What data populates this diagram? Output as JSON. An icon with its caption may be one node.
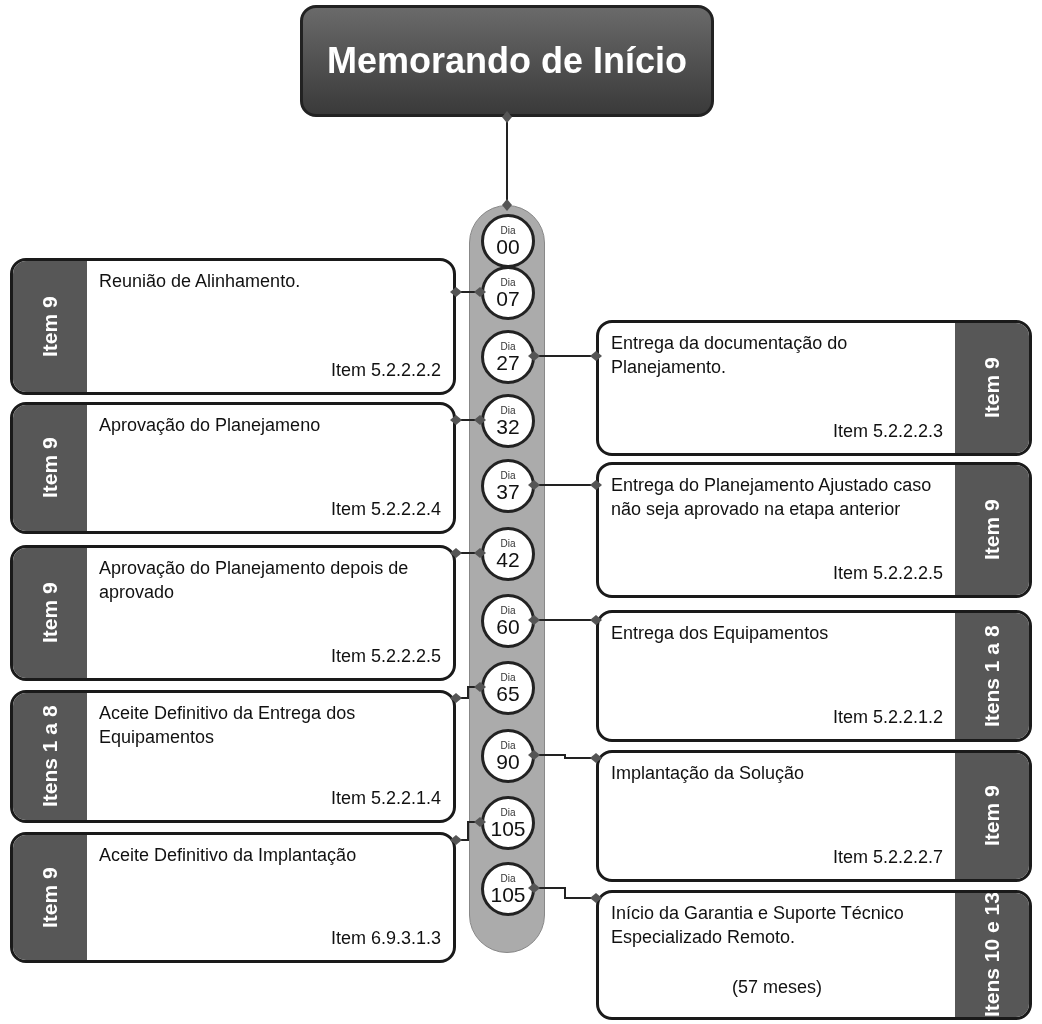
{
  "diagram": {
    "nodes": [
      {
        "text": [
          "Memorando de Início"
        ]
      },
      {
        "text": [],
        "shape": "bar"
      },
      {
        "text": [
          "Dia",
          "00"
        ],
        "in": 1
      },
      {
        "text": [
          "Dia",
          "07"
        ],
        "in": 1
      },
      {
        "text": [
          "Dia",
          "27"
        ],
        "in": 1
      },
      {
        "text": [
          "Dia",
          "32"
        ],
        "in": 1
      },
      {
        "text": [
          "Dia",
          "37"
        ],
        "in": 1
      },
      {
        "text": [
          "Dia",
          "42"
        ],
        "in": 1
      },
      {
        "text": [
          "Dia",
          "60"
        ],
        "in": 1
      },
      {
        "text": [
          "Dia",
          "65"
        ],
        "in": 1
      },
      {
        "text": [
          "Dia",
          "90"
        ],
        "in": 1
      },
      {
        "text": [
          "Dia",
          "105"
        ],
        "in": 1
      },
      {
        "text": [
          "Dia",
          "105"
        ],
        "in": 1
      },
      {
        "text": [
          "Reunião de Alinhamento.",
          "Item 5.2.2.2.2",
          "Item 9"
        ]
      },
      {
        "text": [
          "Entrega da documentação do Planejamento.",
          "Item 5.2.2.2.3",
          "Item 9"
        ]
      },
      {
        "text": [
          "Aprovação do Planejameno",
          "Item 5.2.2.2.4",
          "Item 9"
        ]
      },
      {
        "text": [
          "Entrega do Planejamento Ajustado caso não seja aprovado na etapa anterior",
          "Item 5.2.2.2.5",
          "Item 9"
        ]
      },
      {
        "text": [
          "Aprovação do Planejamento depois de aprovado",
          "Item 5.2.2.2.5",
          "Item 9"
        ]
      },
      {
        "text": [
          "Entrega dos Equipamentos",
          "Item 5.2.2.1.2",
          "Itens 1 a 8"
        ]
      },
      {
        "text": [
          "Aceite Definitivo da Entrega dos Equipamentos",
          "Item 5.2.2.1.4",
          "Itens 1 a 8"
        ]
      },
      {
        "text": [
          "Implantação da Solução",
          "Item 5.2.2.2.7",
          "Item 9"
        ]
      },
      {
        "text": [
          "Aceite Definitivo da Implantação",
          "Item 6.9.3.1.3",
          "Item 9"
        ]
      },
      {
        "text": [
          "Início da Garantia e Suporte Técnico Especializado Remoto.",
          "(57 meses)",
          "Itens 10 e 13"
        ]
      }
    ],
    "edges": [
      {
        "from": 0,
        "to": 1,
        "arrow": "other"
      },
      {
        "from": 3,
        "to": 13,
        "arrow": "other"
      },
      {
        "from": 4,
        "to": 14,
        "arrow": "other"
      },
      {
        "from": 5,
        "to": 15,
        "arrow": "other"
      },
      {
        "from": 6,
        "to": 16,
        "arrow": "other"
      },
      {
        "from": 7,
        "to": 17,
        "arrow": "other"
      },
      {
        "from": 8,
        "to": 18,
        "arrow": "other"
      },
      {
        "from": 9,
        "to": 19,
        "arrow": "other"
      },
      {
        "from": 10,
        "to": 20,
        "arrow": "other"
      },
      {
        "from": 11,
        "to": 21,
        "arrow": "other"
      },
      {
        "from": 12,
        "to": 22,
        "arrow": "other"
      }
    ]
  }
}
